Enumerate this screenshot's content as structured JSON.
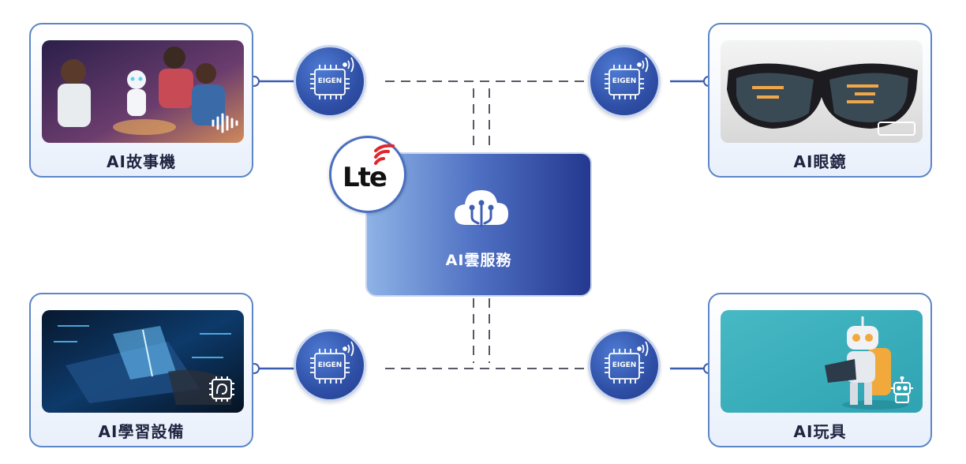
{
  "devices": {
    "story_machine": {
      "label": "AI故事機"
    },
    "glasses": {
      "label": "AI眼鏡"
    },
    "learning_device": {
      "label": "AI學習設備"
    },
    "toy": {
      "label": "AI玩具"
    }
  },
  "chip": {
    "brand": "EIGEN"
  },
  "cloud": {
    "label": "AI雲服務"
  },
  "lte": {
    "label": "Lte"
  },
  "colors": {
    "card_border": "#5d86c8",
    "chip_blue": "#2f4fa6",
    "cloud_gradient_start": "#8eb3e6",
    "cloud_gradient_end": "#24388f",
    "lte_wave_red": "#e0262b"
  }
}
